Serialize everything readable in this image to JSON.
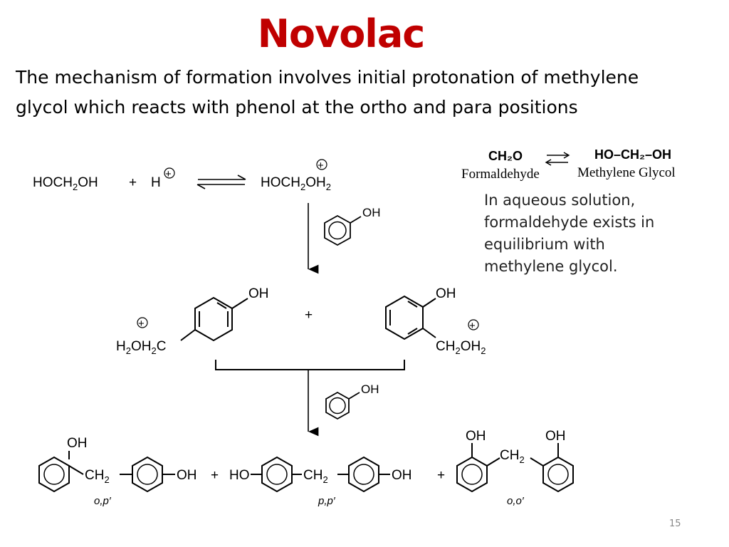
{
  "slide": {
    "title": "Novolac",
    "intro_line1": "The mechanism of formation involves initial protonation of methylene",
    "intro_line2": "glycol which reacts with phenol at the ortho and para positions",
    "note_lines": [
      "In aqueous solution,",
      "formaldehyde exists in",
      "equilibrium with",
      "methylene glycol."
    ],
    "page_number": "15",
    "colors": {
      "title": "#c00000",
      "ink": "#000000",
      "note": "#222222"
    }
  },
  "equilibrium": {
    "ch2o": "CH₂O",
    "formaldehyde": "Formaldehyde",
    "glycol_formula": "HO–CH₂–OH",
    "glycol_name": "Methylene Glycol"
  },
  "step1": {
    "reactant_main": "HOCH",
    "reactant_sub": "2",
    "reactant_end": "OH",
    "plus": "+",
    "proton": "H",
    "charge": "+",
    "product_main": "HOCH",
    "product_sub1": "2",
    "product_mid": "OH",
    "product_sub2": "2"
  },
  "phenol": {
    "oh": "OH"
  },
  "intermediates": {
    "oh": "OH",
    "para_group_a": "H",
    "para_group_b": "2",
    "para_group_c": "OH",
    "para_group_d": "2",
    "para_group_e": "C",
    "plus": "+",
    "ortho_group_a": "CH",
    "ortho_group_b": "2",
    "ortho_group_c": "OH",
    "ortho_group_d": "2",
    "charge": "+"
  },
  "products": {
    "oh": "OH",
    "ho": "HO",
    "ch": "CH",
    "two": "2",
    "plus": "+",
    "label_op": "o,p′",
    "label_pp": "p,p′",
    "label_oo": "o,o′"
  }
}
